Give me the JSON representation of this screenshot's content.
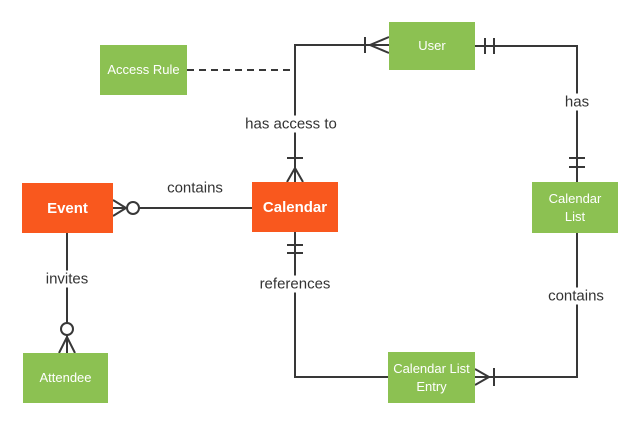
{
  "diagram": {
    "type": "entity-relationship",
    "entities": {
      "event": {
        "label": "Event",
        "color": "orange"
      },
      "calendar": {
        "label": "Calendar",
        "color": "orange"
      },
      "user": {
        "label": "User",
        "color": "green"
      },
      "access_rule": {
        "label": "Access Rule",
        "color": "green"
      },
      "calendar_list": {
        "label": "Calendar List",
        "color": "green"
      },
      "calendar_list_entry": {
        "label": "Calendar List Entry",
        "color": "green"
      },
      "attendee": {
        "label": "Attendee",
        "color": "green"
      }
    },
    "relationships": {
      "has_access_to": {
        "label": "has access to",
        "from": "Calendar",
        "to": "User",
        "from_cardinality": "one-or-many (bar + crow's foot)",
        "to_cardinality": "one-or-many (bar + crow's foot)"
      },
      "access_rule_link": {
        "label": "",
        "from": "Access Rule",
        "to": "has access to line",
        "style": "dashed"
      },
      "has": {
        "label": "has",
        "from": "User",
        "to": "Calendar List",
        "from_cardinality": "exactly-one (double bar)",
        "to_cardinality": "exactly-one (double bar)"
      },
      "contains_events": {
        "label": "contains",
        "from": "Calendar",
        "to": "Event",
        "to_cardinality": "zero-or-many (crow's foot + circle)"
      },
      "invites": {
        "label": "invites",
        "from": "Event",
        "to": "Attendee",
        "to_cardinality": "zero-or-many (circle + crow's foot)"
      },
      "references": {
        "label": "references",
        "from": "Calendar",
        "to": "Calendar List Entry",
        "from_cardinality": "exactly-one (double bar)"
      },
      "contains_entries": {
        "label": "contains",
        "from": "Calendar List",
        "to": "Calendar List Entry",
        "to_cardinality": "one-or-many (crow's foot + bar)"
      }
    },
    "colors": {
      "entity_orange": "#F9581E",
      "entity_green": "#8CC152",
      "line": "#383838",
      "label_text": "#333333"
    }
  }
}
